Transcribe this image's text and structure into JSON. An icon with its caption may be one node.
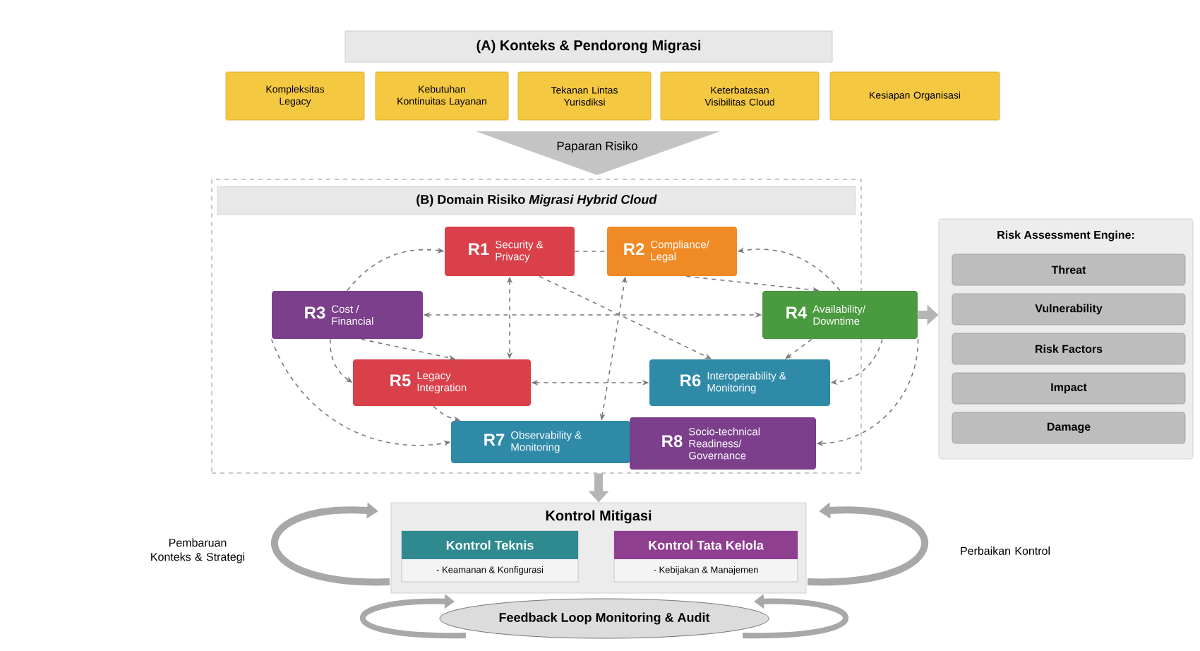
{
  "diagram": {
    "nodes": [
      {
        "text": [
          "(A) Konteks & Pendorong Migrasi"
        ]
      },
      {
        "text": [
          "Kompleksitas Legacy"
        ]
      },
      {
        "text": [
          "Kebutuhan Kontinuitas Layanan"
        ]
      },
      {
        "text": [
          "Tekanan Lintas Yurisdiksi"
        ]
      },
      {
        "text": [
          "Keterbatasan Visibilitas Cloud"
        ]
      },
      {
        "text": [
          "Kesiapan Organisasi"
        ]
      },
      {
        "text": [
          "Paparan Risiko"
        ]
      },
      {
        "text": [
          "(B) Domain Risiko *Migrasi Hybrid Cloud*"
        ]
      },
      {
        "text": [
          "R1",
          "Security & Privacy"
        ],
        "in": 7
      },
      {
        "text": [
          "R2",
          "Compliance/ Legal"
        ],
        "in": 7
      },
      {
        "text": [
          "R3",
          "Cost / Financial"
        ],
        "in": 7
      },
      {
        "text": [
          "R4",
          "Availability/ Downtime"
        ],
        "in": 7
      },
      {
        "text": [
          "R5",
          "Legacy Integration"
        ],
        "in": 7
      },
      {
        "text": [
          "R6",
          "Interoperability & Monitoring"
        ],
        "in": 7
      },
      {
        "text": [
          "R7",
          "Observability & Monitoring"
        ],
        "in": 7
      },
      {
        "text": [
          "R8",
          "Socio-technical Readiness/ Governance"
        ],
        "in": 7
      },
      {
        "text": [
          "Risk Assessment Engine:"
        ]
      },
      {
        "text": [
          "Threat"
        ],
        "in": 16
      },
      {
        "text": [
          "Vulnerability"
        ],
        "in": 16
      },
      {
        "text": [
          "Risk Factors"
        ],
        "in": 16
      },
      {
        "text": [
          "Impact"
        ],
        "in": 16
      },
      {
        "text": [
          "Damage"
        ],
        "in": 16
      },
      {
        "text": [
          "Kontrol Mitigasi"
        ]
      },
      {
        "text": [
          "Kontrol Teknis",
          "- Keamanan & Konfigurasi"
        ],
        "in": 22
      },
      {
        "text": [
          "Kontrol Tata Kelola",
          "- Kebijakan & Manajemen"
        ],
        "in": 22
      },
      {
        "text": [
          "Feedback Loop Monitoring & Audit"
        ]
      }
    ],
    "edges": [
      {
        "from": 10,
        "to": 8,
        "arrow": "to",
        "style": "dashed"
      },
      {
        "from": 8,
        "to": 9,
        "arrow": "none",
        "style": "dashed"
      },
      {
        "from": 11,
        "to": 9,
        "arrow": "to",
        "style": "dashed"
      },
      {
        "from": 9,
        "to": 11,
        "arrow": "to",
        "style": "dashed"
      },
      {
        "from": 10,
        "to": 11,
        "arrow": "both",
        "style": "dashed"
      },
      {
        "from": 8,
        "to": 12,
        "arrow": "both",
        "style": "dashed"
      },
      {
        "from": 8,
        "to": 13,
        "arrow": "to",
        "style": "dashed"
      },
      {
        "from": 10,
        "to": 12,
        "arrow": "to",
        "style": "dashed"
      },
      {
        "from": 10,
        "to": 12,
        "arrow": "to",
        "style": "dashed"
      },
      {
        "from": 10,
        "to": 14,
        "arrow": "to",
        "style": "dashed"
      },
      {
        "from": 12,
        "to": 14,
        "arrow": "to",
        "style": "dashed"
      },
      {
        "from": 12,
        "to": 13,
        "arrow": "both",
        "style": "dashed"
      },
      {
        "from": 14,
        "to": 9,
        "arrow": "both",
        "style": "dashed"
      },
      {
        "from": 11,
        "to": 13,
        "arrow": "to",
        "style": "dashed"
      },
      {
        "from": 11,
        "to": 13,
        "arrow": "to",
        "style": "dashed"
      },
      {
        "from": 11,
        "to": 15,
        "arrow": "to",
        "style": "dashed"
      },
      {
        "from": 11,
        "to": 16,
        "arrow": "to",
        "style": "thick",
        "color": "#b5b5b5"
      },
      {
        "from": 7,
        "to": 22,
        "arrow": "to",
        "style": "thick",
        "color": "#b5b5b5"
      }
    ],
    "labels": [
      "Pembaruan Konteks & Strategi",
      "Perbaikan Kontrol"
    ]
  }
}
